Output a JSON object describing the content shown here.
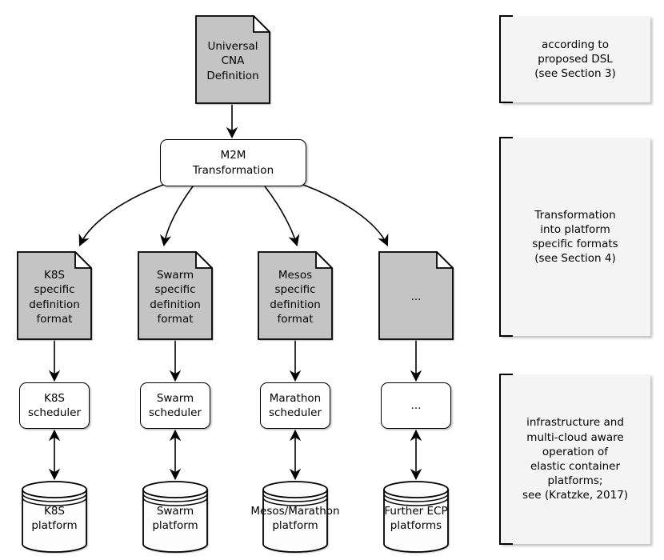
{
  "diagram": {
    "top_document": {
      "label": "Universal\nCNA\nDefinition"
    },
    "transformation_box": {
      "label": "M2M\nTransformation"
    },
    "format_documents": [
      {
        "label": "K8S\nspecific\ndefinition\nformat"
      },
      {
        "label": "Swarm\nspecific\ndefinition\nformat"
      },
      {
        "label": "Mesos\nspecific\ndefinition\nformat"
      },
      {
        "label": "..."
      }
    ],
    "schedulers": [
      {
        "label": "K8S\nscheduler"
      },
      {
        "label": "Swarm\nscheduler"
      },
      {
        "label": "Marathon\nscheduler"
      },
      {
        "label": "..."
      }
    ],
    "platforms": [
      {
        "label": "K8S\nplatform"
      },
      {
        "label": "Swarm\nplatform"
      },
      {
        "label": "Mesos/Marathon\nplatform"
      },
      {
        "label": "Further ECP\nplatforms"
      }
    ],
    "annotations": [
      {
        "text": "according to\nproposed DSL\n(see Section 3)"
      },
      {
        "text": "Transformation\ninto platform\nspecific formats\n(see Section 4)"
      },
      {
        "text": "infrastructure and\nmulti-cloud aware\noperation of\nelastic container\nplatforms;\nsee (Kratzke, 2017)"
      }
    ],
    "colors": {
      "document_fill": "#c4c4c4",
      "box_fill": "#ffffff",
      "note_fill": "#f4f4f4",
      "line": "#000000"
    }
  }
}
